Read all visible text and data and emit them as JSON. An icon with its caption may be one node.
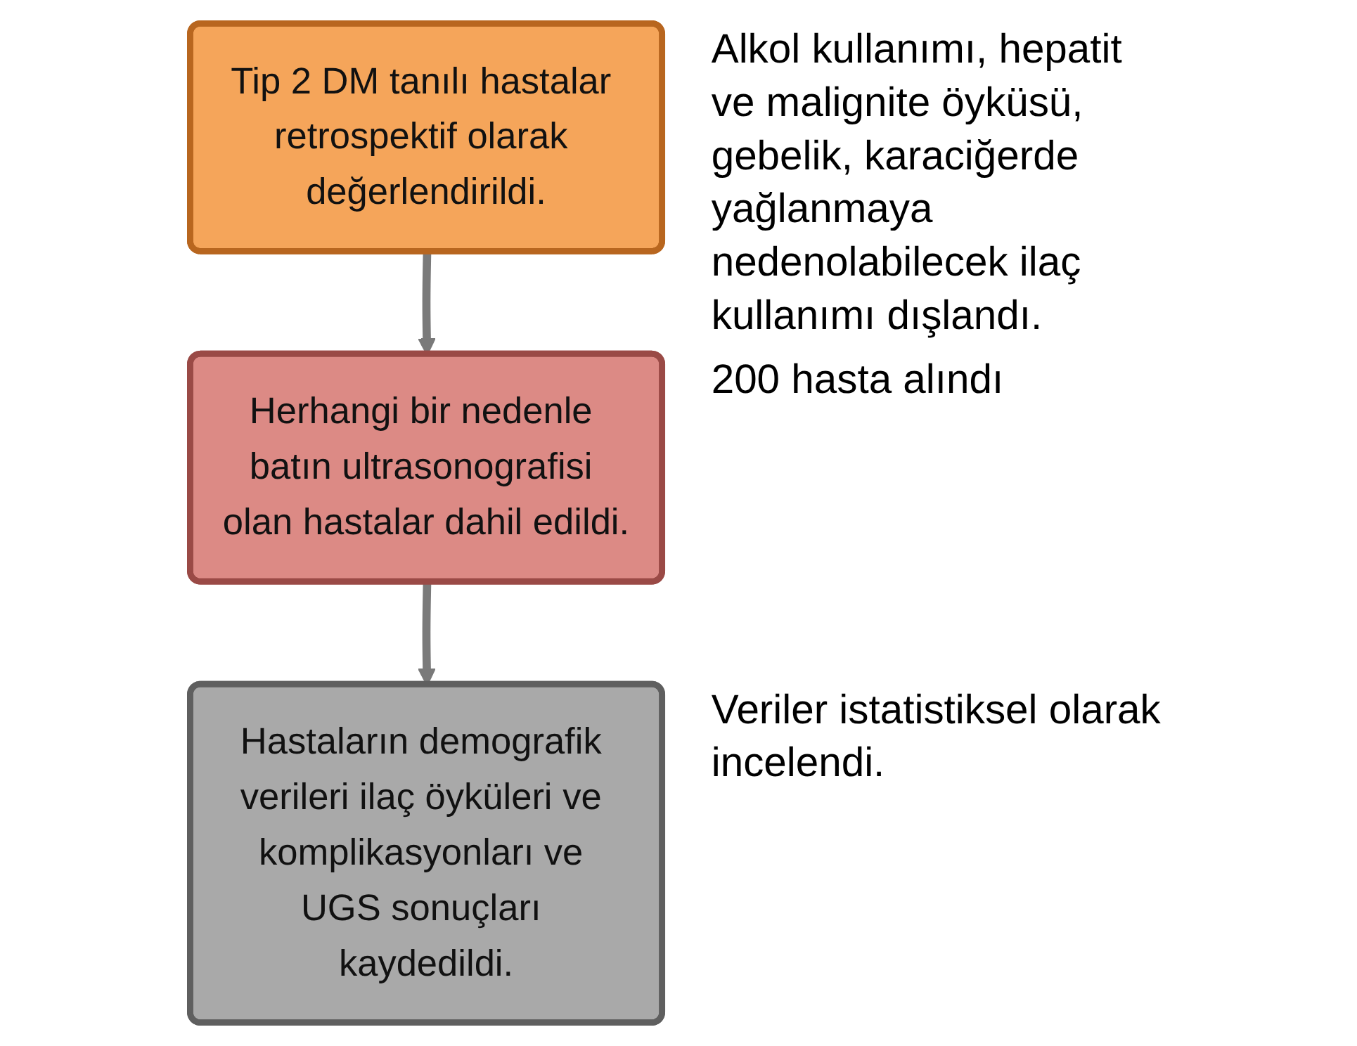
{
  "diagram": {
    "nodes": [
      {
        "text": [
          "Tip 2 DM tanılı hastalar retrospektif olarak değerlendirildi."
        ],
        "beside": [
          "Alkol kullanımı, hepatit ve malignite öyküsü, gebelik, karaciğerde yağlanmaya nedenolabilecek ilaç kullanımı dışlandı."
        ]
      },
      {
        "text": [
          "Herhangi bir nedenle batın ultrasonografisi olan hastalar dahil edildi."
        ],
        "beside": [
          "200 hasta alındı"
        ]
      },
      {
        "text": [
          "Hastaların demografik verileri ilaç öyküleri ve komplikasyonları ve UGS sonuçları kaydedildi."
        ],
        "beside": [
          "Veriler istatistiksel olarak incelendi."
        ]
      }
    ],
    "edges": [
      {
        "from": 0,
        "to": 1,
        "arrow": "to"
      },
      {
        "from": 1,
        "to": 2,
        "arrow": "to"
      }
    ]
  }
}
